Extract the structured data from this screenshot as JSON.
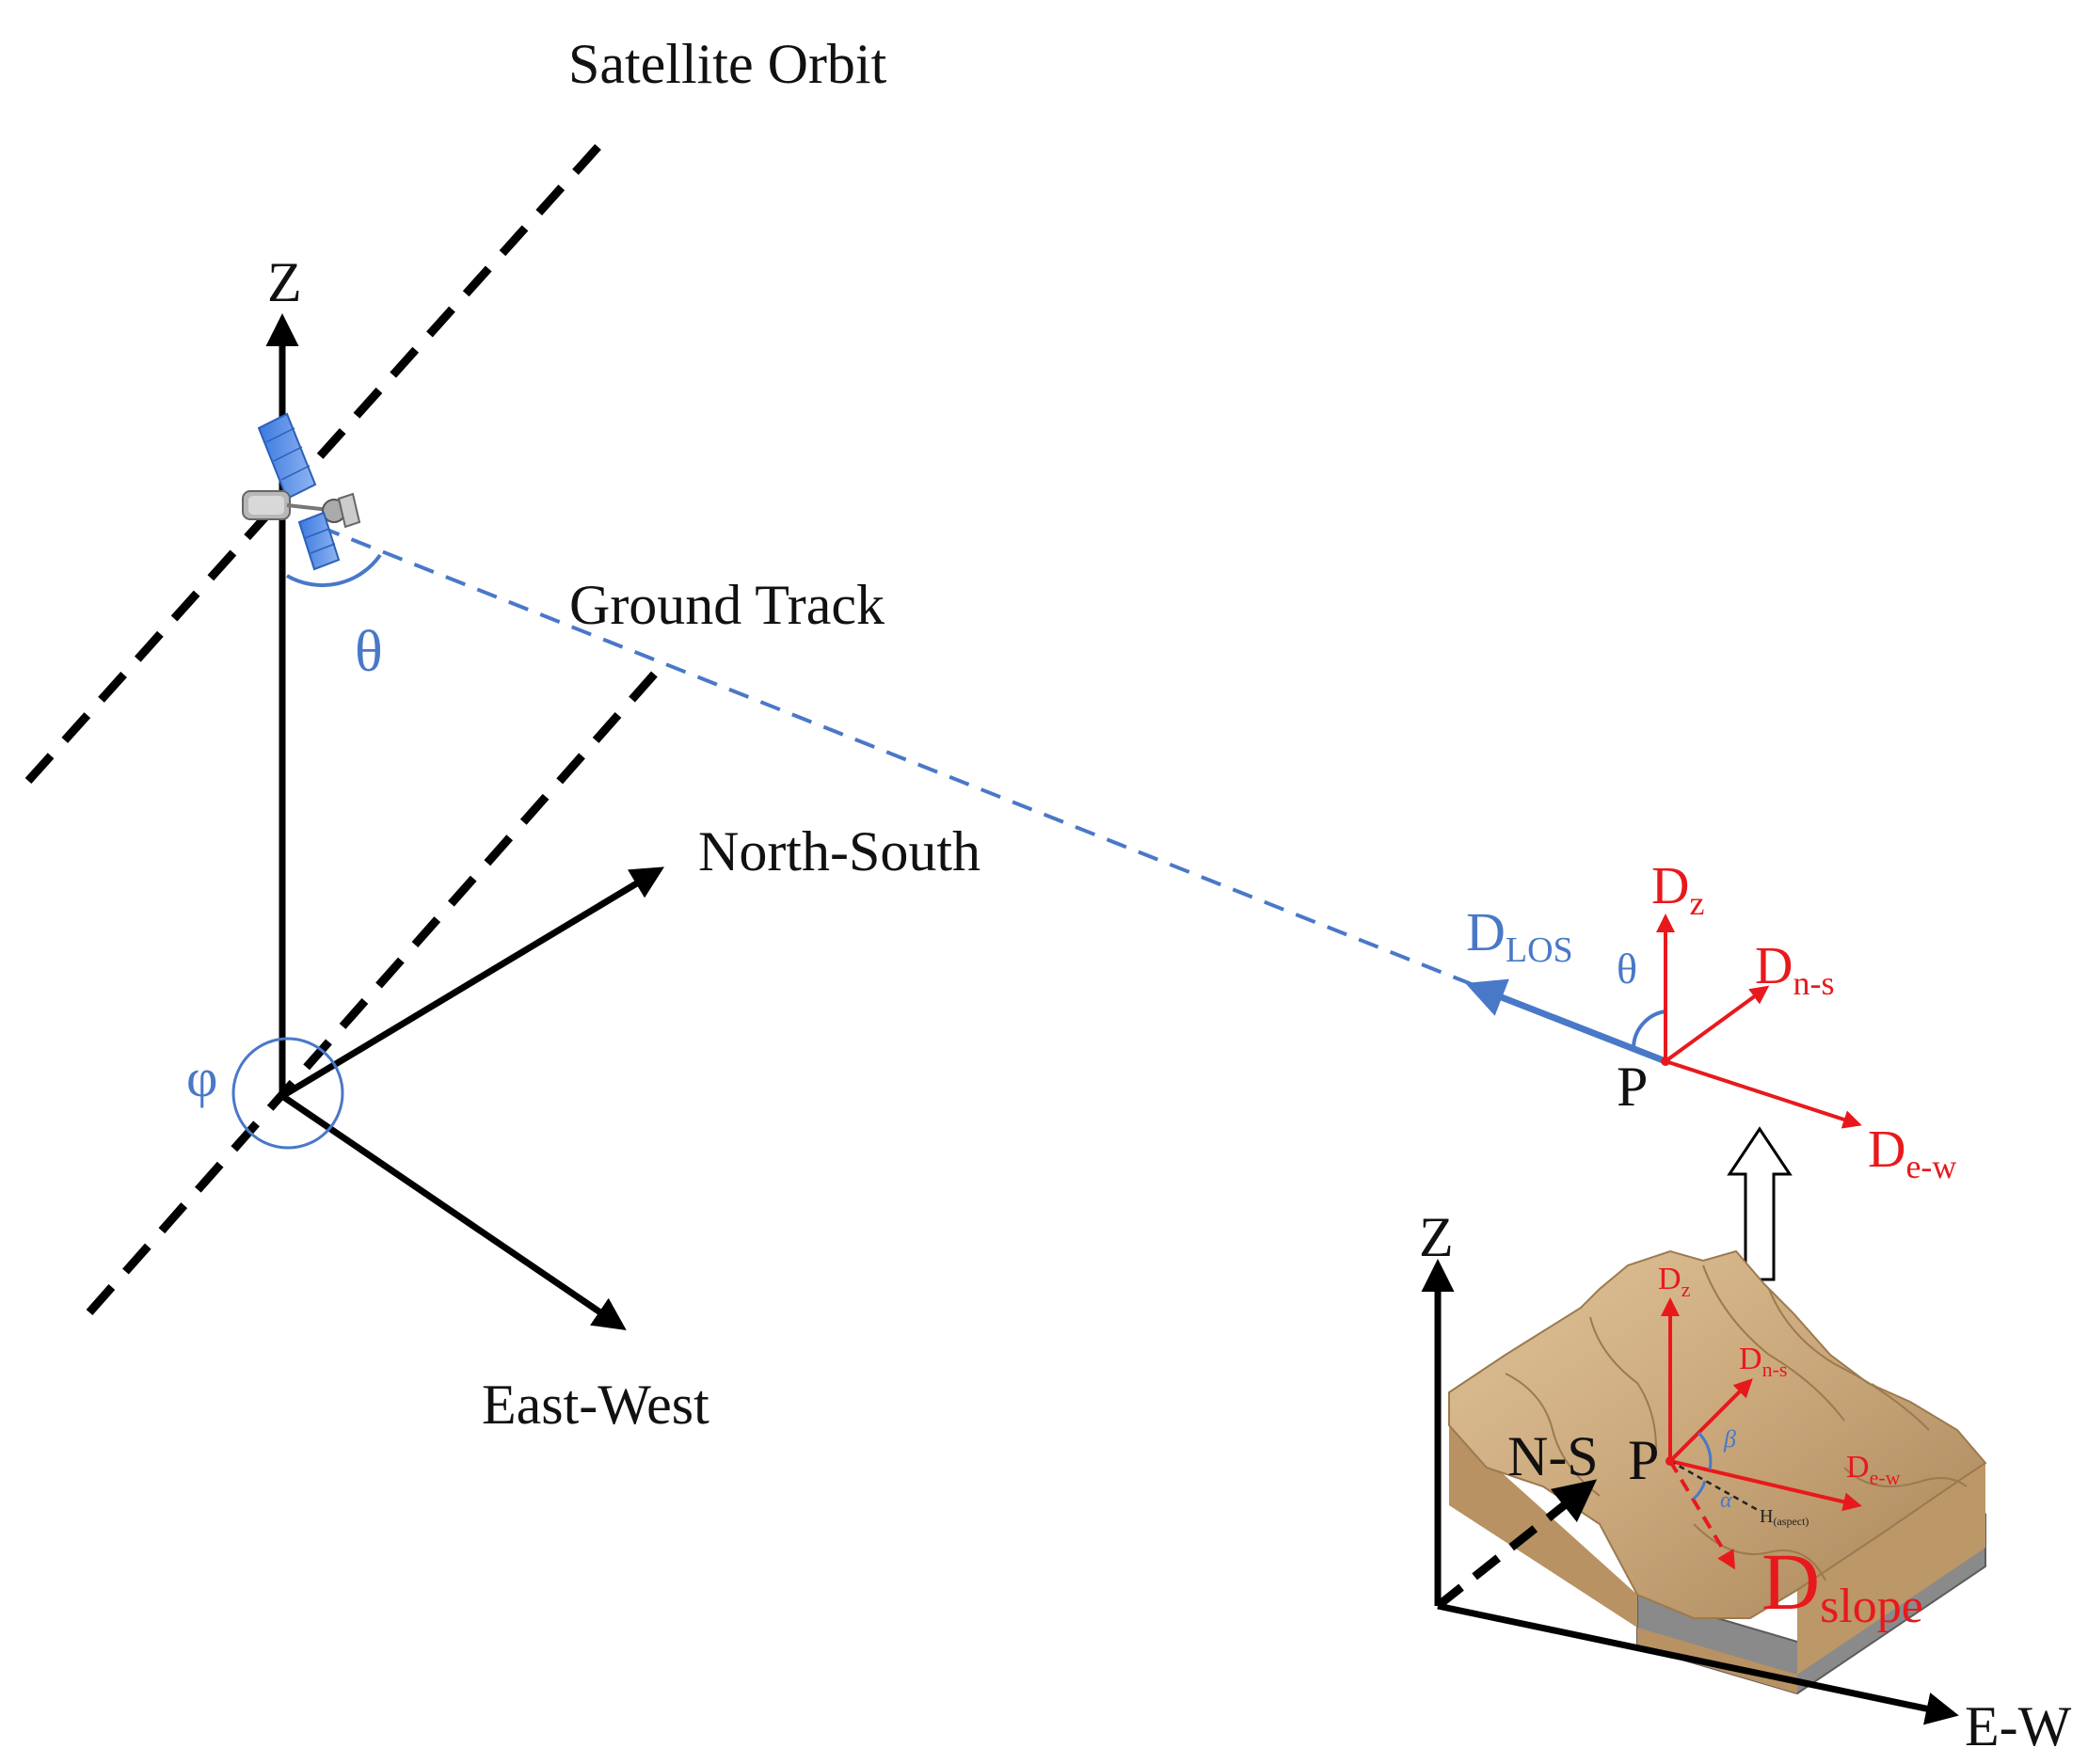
{
  "labels": {
    "satellite_orbit": "Satellite Orbit",
    "ground_track": "Ground Track",
    "north_south": "North-South",
    "east_west": "East-West",
    "z_axis": "Z",
    "theta": "θ",
    "phi": "φ",
    "d_los_main": "D",
    "d_los_sub": "LOS",
    "point_p": "P",
    "d_z_main": "D",
    "d_z_sub": "z",
    "d_ns_main": "D",
    "d_ns_sub": "n-s",
    "d_ew_main": "D",
    "d_ew_sub": "e-w"
  },
  "inset": {
    "z_axis": "Z",
    "ns_axis": "N-S",
    "ew_axis": "E-W",
    "point_p": "P",
    "d_z_main": "D",
    "d_z_sub": "z",
    "d_ns_main": "D",
    "d_ns_sub": "n-s",
    "d_ew_main": "D",
    "d_ew_sub": "e-w",
    "beta": "β",
    "alpha": "α",
    "aspect_main": "H",
    "aspect_sub": "(aspect)",
    "d_slope_main": "D",
    "d_slope_sub": "slope"
  },
  "colors": {
    "axes": "#000000",
    "los_blue": "#4a78c8",
    "component_red": "#e8191c",
    "terrain": "#c9a77a",
    "terrain_dark": "#a6845a",
    "bedrock": "#8a8a8a"
  }
}
